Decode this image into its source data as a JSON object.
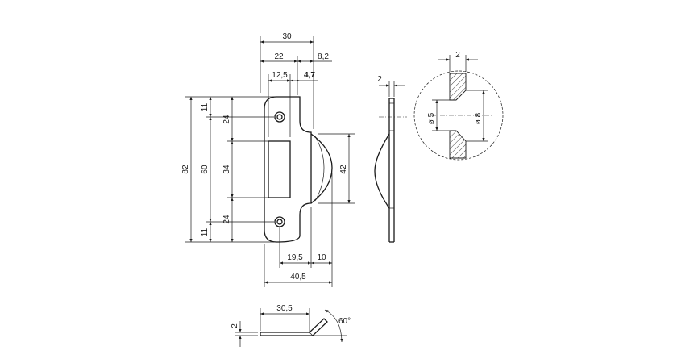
{
  "drawing": {
    "front_view": {
      "dims": {
        "width_total": "30",
        "width_upper": "22",
        "offset": "8,2",
        "hole_offset": "12,5",
        "lip": "4,7",
        "height_total": "82",
        "height_holes": "60",
        "top_margin": "11",
        "bottom_margin": "11",
        "hole_to_slot_top": "24",
        "slot_height": "34",
        "hole_to_slot_bottom": "24",
        "tongue_height": "42",
        "bottom_width_a": "19,5",
        "bottom_width_b": "10",
        "overall_width": "40,5"
      }
    },
    "side_view": {
      "dims": {
        "thickness": "2"
      }
    },
    "detail_view": {
      "dims": {
        "thickness": "2",
        "hole_small": "ø 5",
        "hole_large": "ø 8"
      }
    },
    "bottom_view": {
      "dims": {
        "length": "30,5",
        "thickness": "2",
        "angle": "60°"
      }
    }
  }
}
